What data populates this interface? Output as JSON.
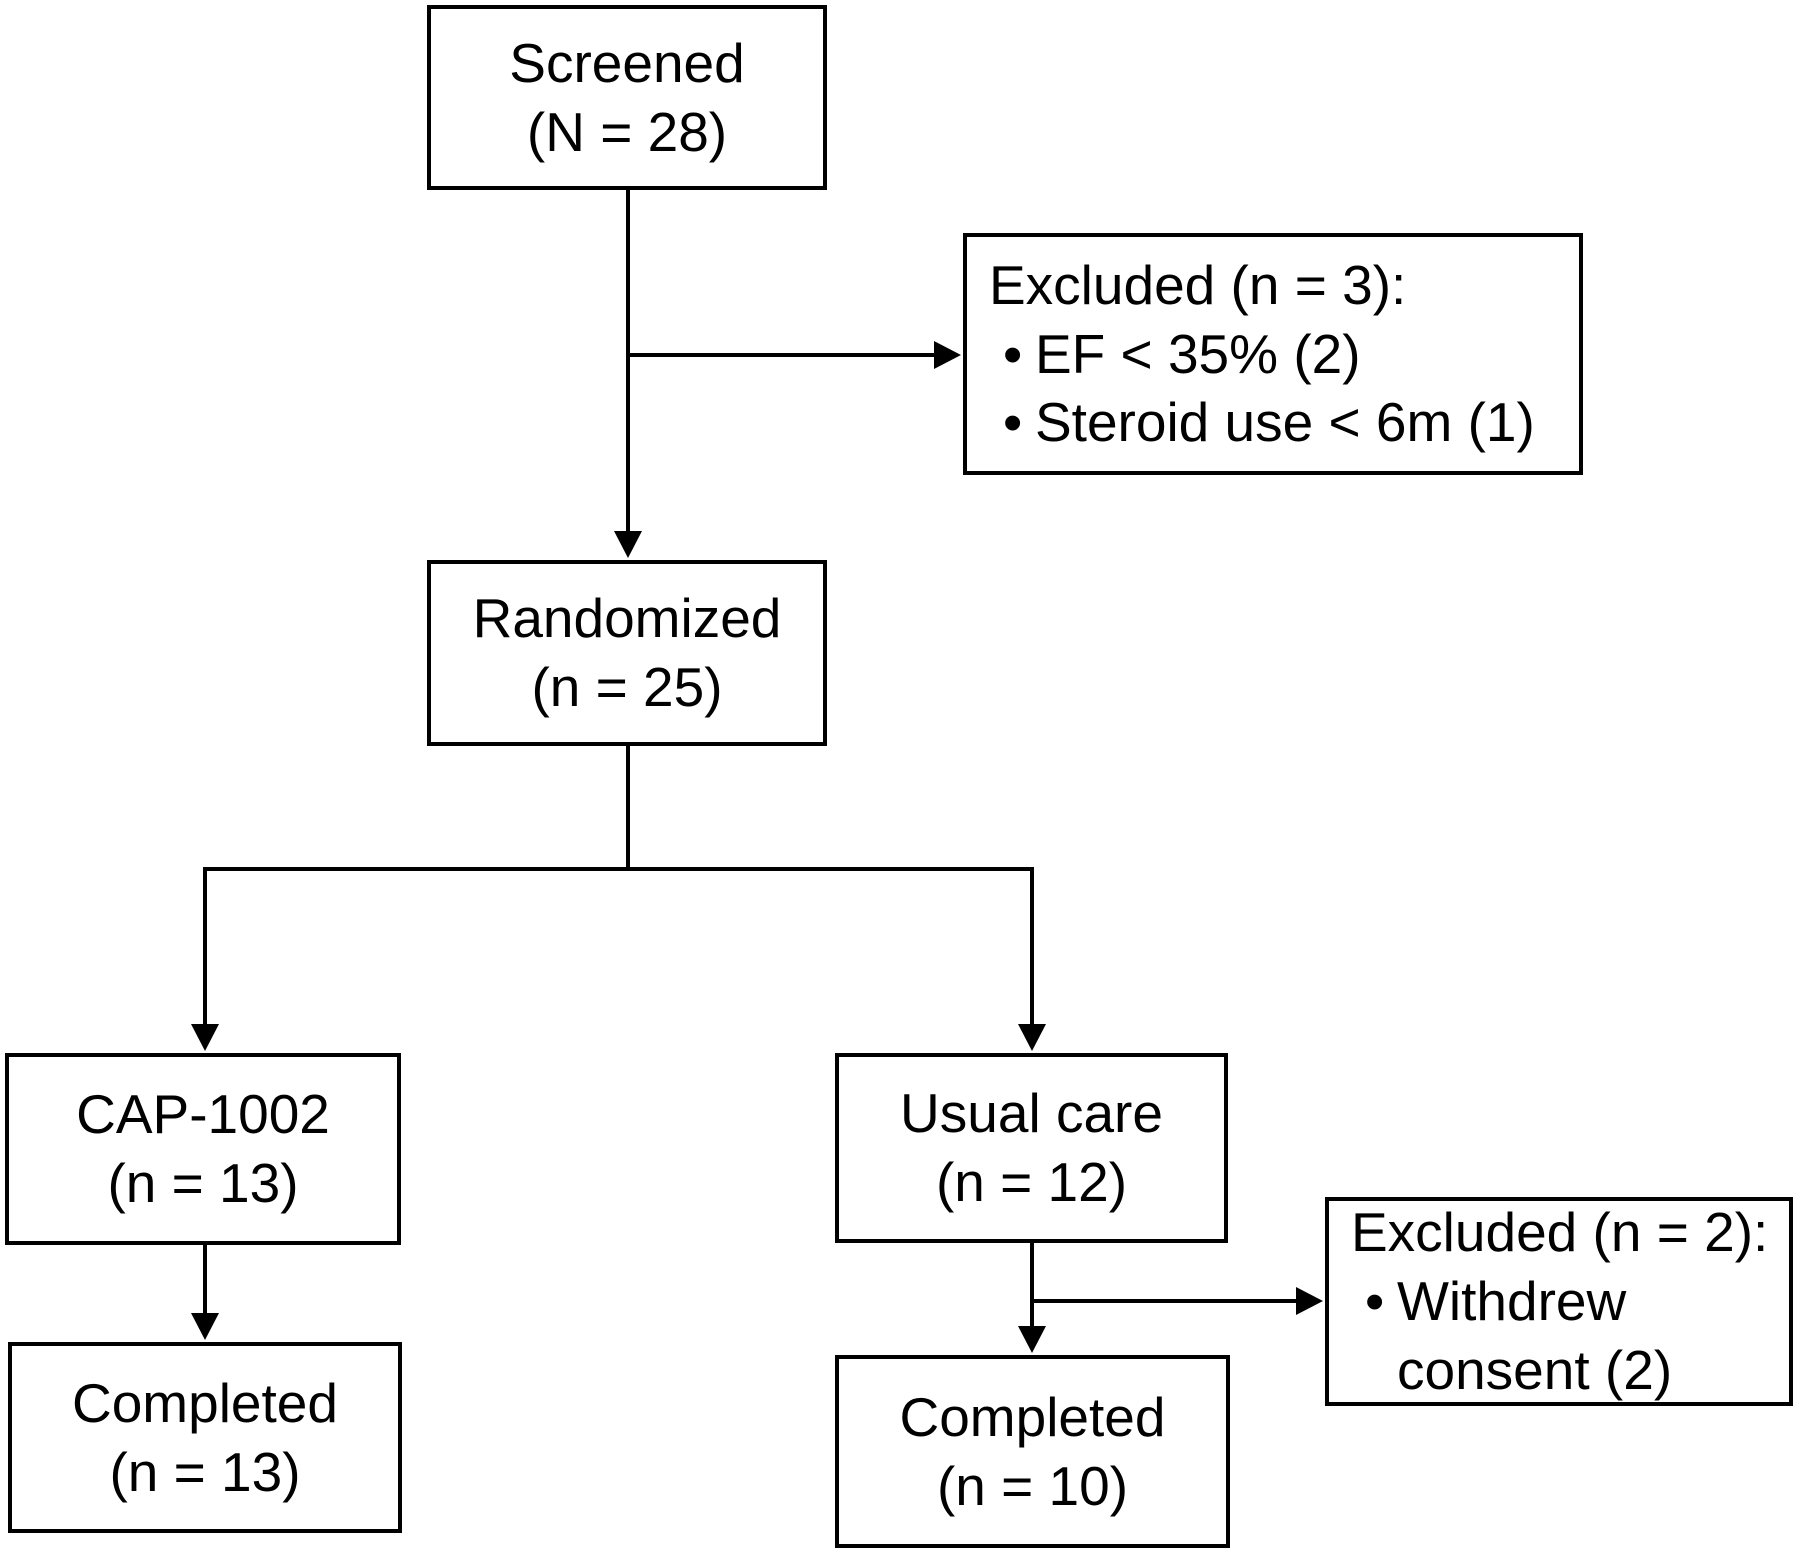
{
  "diagram": {
    "type": "consort-flow",
    "background": "#ffffff",
    "colors": {
      "line": "#000000",
      "box_border": "#000000",
      "box_fill": "#ffffff",
      "text": "#000000"
    },
    "nodes": {
      "screened": {
        "label": "Screened",
        "count": "(N = 28)"
      },
      "excluded_screening": {
        "title": "Excluded (n = 3):",
        "items": [
          "EF < 35% (2)",
          "Steroid use < 6m (1)"
        ]
      },
      "randomized": {
        "label": "Randomized",
        "count": "(n = 25)"
      },
      "cap1002": {
        "label": "CAP-1002",
        "count": "(n = 13)"
      },
      "usual_care": {
        "label": "Usual care",
        "count": "(n = 12)"
      },
      "completed_cap1002": {
        "label": "Completed",
        "count": "(n = 13)"
      },
      "completed_usual_care": {
        "label": "Completed",
        "count": "(n = 10)"
      },
      "excluded_usual_care": {
        "title": "Excluded (n = 2):",
        "items": [
          "Withdrew consent (2)"
        ]
      }
    },
    "edges": [
      {
        "from": "screened",
        "to": "randomized"
      },
      {
        "from": "screened",
        "to": "excluded_screening"
      },
      {
        "from": "randomized",
        "to": "cap1002"
      },
      {
        "from": "randomized",
        "to": "usual_care"
      },
      {
        "from": "cap1002",
        "to": "completed_cap1002"
      },
      {
        "from": "usual_care",
        "to": "completed_usual_care"
      },
      {
        "from": "usual_care",
        "to": "excluded_usual_care"
      }
    ]
  }
}
